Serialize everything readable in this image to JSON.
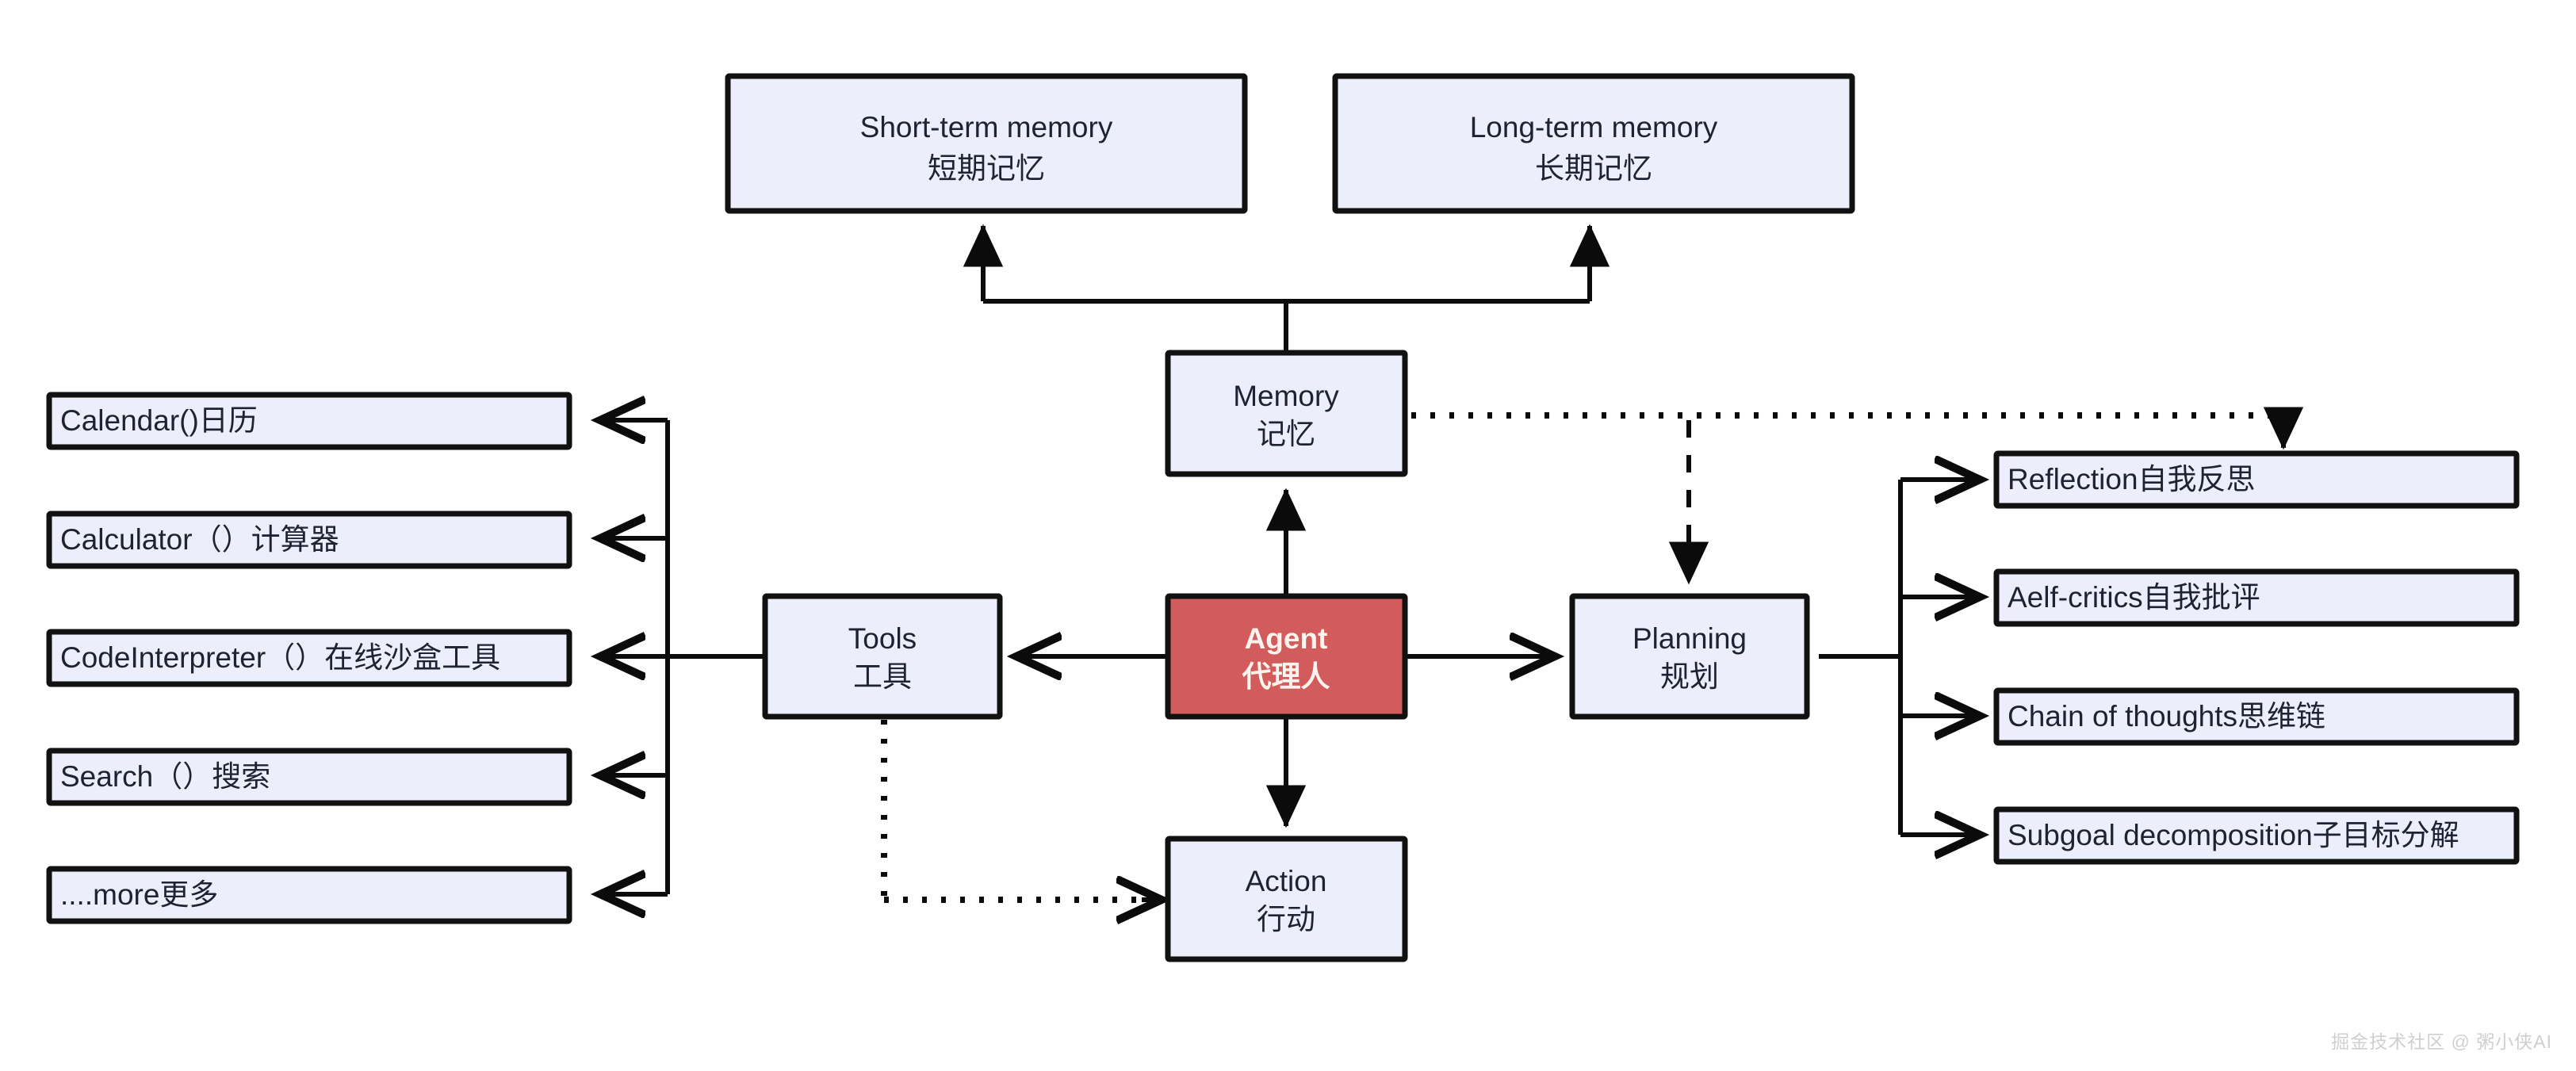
{
  "diagram": {
    "title_hidden": "",
    "colors": {
      "node_fill": "#eceefb",
      "node_stroke": "#111111",
      "accent_fill": "#d25c5c",
      "accent_text": "#fdf4ef",
      "edge": "#0b0b0b",
      "watermark": "#cfcfcf"
    },
    "nodes": {
      "short_term_memory": {
        "en": "Short-term memory",
        "zh": "短期记忆"
      },
      "long_term_memory": {
        "en": "Long-term memory",
        "zh": "长期记忆"
      },
      "memory": {
        "en": "Memory",
        "zh": "记忆"
      },
      "agent": {
        "en": "Agent",
        "zh": "代理人"
      },
      "tools": {
        "en": "Tools",
        "zh": "工具"
      },
      "planning": {
        "en": "Planning",
        "zh": "规划"
      },
      "action": {
        "en": "Action",
        "zh": "行动"
      }
    },
    "tool_items": [
      {
        "label": "Calendar()日历"
      },
      {
        "label": "Calculator（）计算器"
      },
      {
        "label": "CodeInterpreter（）在线沙盒工具"
      },
      {
        "label": "Search（）搜索"
      },
      {
        "label": "....more更多"
      }
    ],
    "planning_items": [
      {
        "label": "Reflection自我反思"
      },
      {
        "label": "Aelf-critics自我批评"
      },
      {
        "label": "Chain of thoughts思维链"
      },
      {
        "label": "Subgoal decomposition子目标分解"
      }
    ],
    "watermark": "掘金技术社区 @ 粥小侠AI"
  }
}
